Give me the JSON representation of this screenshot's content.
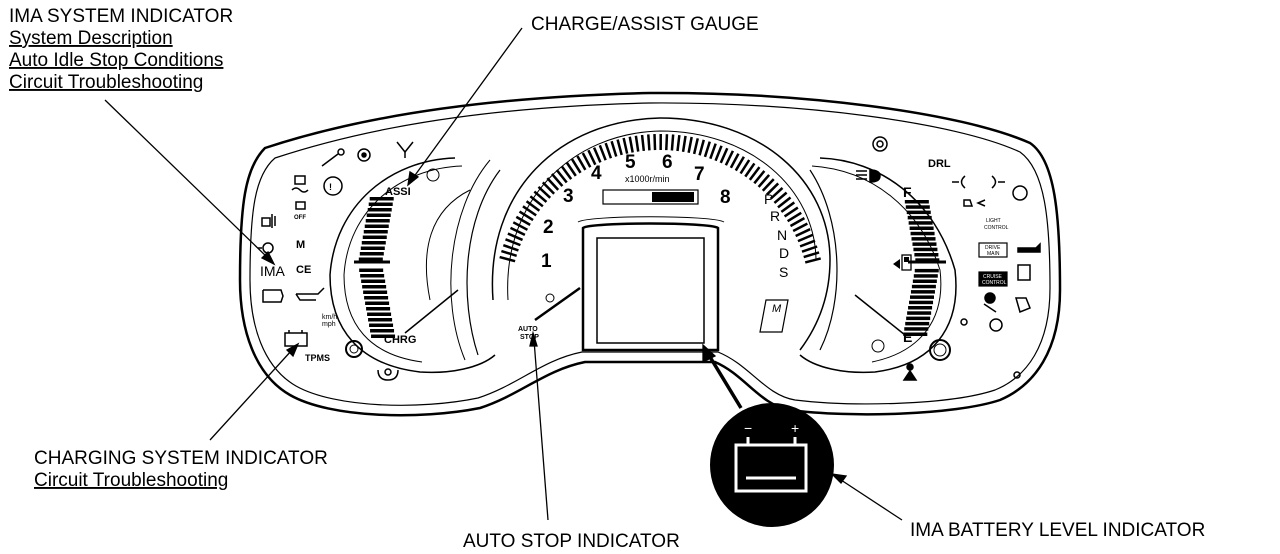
{
  "callouts": {
    "ima_system": {
      "title": "IMA SYSTEM INDICATOR",
      "links": [
        "System Description",
        "Auto Idle Stop Conditions",
        "Circuit Troubleshooting"
      ]
    },
    "charge_assist": {
      "title": "CHARGE/ASSIST GAUGE"
    },
    "charging_system": {
      "title": "CHARGING SYSTEM INDICATOR",
      "links": [
        "Circuit Troubleshooting"
      ]
    },
    "auto_stop": {
      "title": "AUTO STOP INDICATOR"
    },
    "ima_battery": {
      "title": "IMA BATTERY LEVEL INDICATOR"
    }
  },
  "cluster": {
    "left_gauge": {
      "top_label": "ASSI",
      "bottom_label": "CHRG"
    },
    "tach": {
      "numbers": [
        "1",
        "2",
        "3",
        "4",
        "5",
        "6",
        "7",
        "8"
      ],
      "unit": "x1000r/min",
      "auto_stop": [
        "AUTO",
        "STOP"
      ]
    },
    "gear": {
      "letters": [
        "P",
        "R",
        "N",
        "D",
        "S"
      ],
      "m_label": "M"
    },
    "fuel": {
      "full": "F",
      "empty": "E"
    },
    "left_indicators": {
      "ima": "IMA",
      "tpms": "TPMS",
      "km_mph": [
        "km/h",
        "mph"
      ]
    },
    "right_indicators": {
      "drl": "DRL",
      "light_control": [
        "LIGHT",
        "CONTROL"
      ],
      "drive_main": [
        "DRIVE",
        "MAIN"
      ],
      "cruise_control": [
        "CRUISE",
        "CONTROL"
      ]
    },
    "battery_symbols": {
      "minus": "−",
      "plus": "+"
    }
  }
}
